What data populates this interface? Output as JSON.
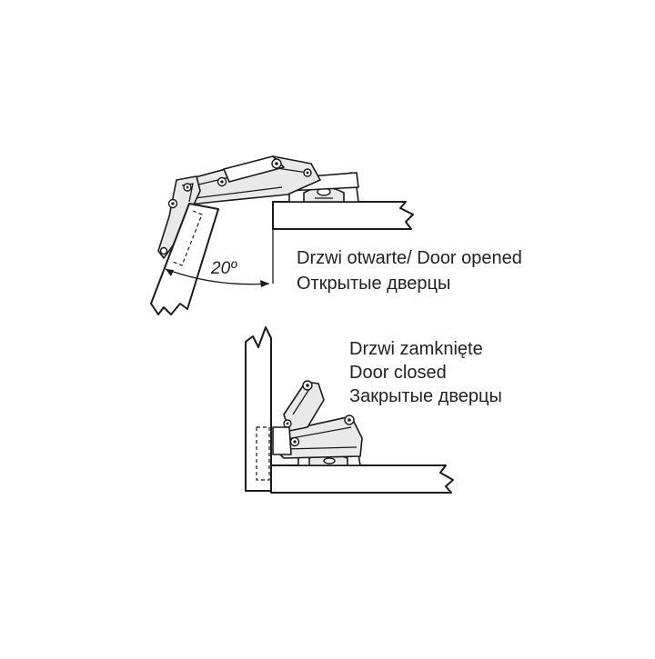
{
  "opened": {
    "angle_label": "20º",
    "caption_line1": "Drzwi otwarte/ Door opened",
    "caption_line2": "Открытые дверцы"
  },
  "closed": {
    "caption_line1": "Drzwi zamknięte",
    "caption_line2": "Door closed",
    "caption_line3": "Закрытые  дверцы"
  }
}
